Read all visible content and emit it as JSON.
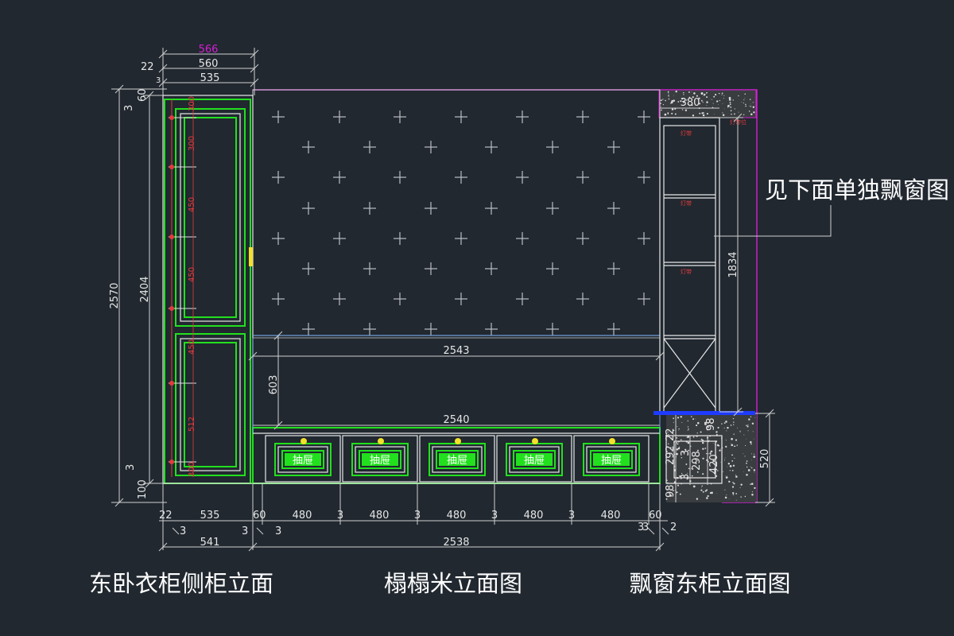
{
  "labels": {
    "dim_566": "566",
    "dim_560": "560",
    "dim_535_top": "535",
    "dim_22_top": "22",
    "dim_3_top": "3",
    "dim_60_top": "60",
    "dim_3_left_top": "3",
    "dim_2570": "2570",
    "dim_2404": "2404",
    "dim_3_left_bottom": "3",
    "dim_100": "100",
    "dim_2543": "2543",
    "dim_603": "603",
    "dim_2540": "2540",
    "dim_380": "380",
    "dim_1834": "1834",
    "dim_98_top": "98",
    "dim_22_right": "22",
    "dim_292": "292",
    "dim_3_r1": "3",
    "dim_298": "298",
    "dim_420": "420",
    "dim_3_r2": "3",
    "dim_98_bottom": "98",
    "dim_520": "520",
    "bottom_22": "22",
    "bottom_535": "535",
    "bottom_60_left": "60",
    "bottom_3_a": "3",
    "bottom_3_b": "3",
    "bottom_541": "541",
    "bottom_3_c": "3",
    "bottom_2538": "2538",
    "bottom_480_1": "480",
    "bottom_3_d": "3",
    "bottom_480_2": "480",
    "bottom_3_e": "3",
    "bottom_480_3": "480",
    "bottom_3_f": "3",
    "bottom_480_4": "480",
    "bottom_3_g": "3",
    "bottom_480_5": "480",
    "bottom_3_h": "3",
    "bottom_60_right": "60",
    "bottom_3_i": "3",
    "bottom_2": "2",
    "red_300_a": "300",
    "red_300_b": "300",
    "red_450_a": "450",
    "red_450_b": "450",
    "red_450_c": "450",
    "red_512": "512",
    "red_300_c": "300",
    "shelf_light_1": "灯带",
    "shelf_light_2": "灯带",
    "shelf_light_3": "灯带",
    "shelf_light_top": "灯带位"
  },
  "drawer_label": "抽屉",
  "note_text": "见下面单独飘窗图",
  "captions": {
    "left": "东卧衣柜侧柜立面",
    "middle": "榻榻米立面图",
    "right": "飘窗东柜立面图"
  },
  "colors": {
    "background": "#212830",
    "cabinet_outline": "#22e01e",
    "outline_white": "#e8e8e8",
    "boundary_magenta": "#d51fd5",
    "dimension_red": "#e53b3b",
    "handle_yellow": "#f3e02a",
    "sill_blue": "#1f3bff",
    "hatch_gray": "#d9d9d9"
  }
}
